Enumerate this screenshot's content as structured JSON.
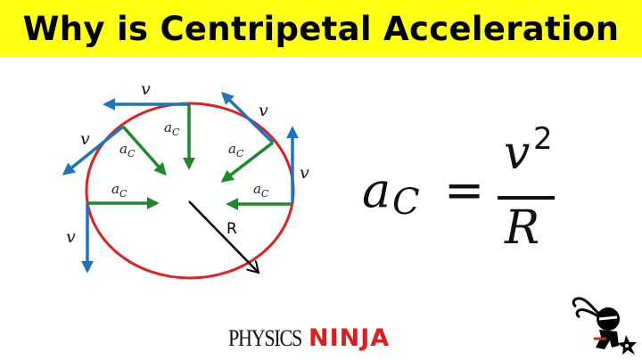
{
  "banner": {
    "title": "Why is Centripetal Acceleration",
    "background_color": "#ffff14"
  },
  "diagram": {
    "circle_color": "#dd2222",
    "velocity_color": "#1f74c0",
    "acceleration_color": "#1d8a2a",
    "radius_color": "#000000",
    "velocity_label": "v",
    "acceleration_label": "a",
    "acceleration_subscript": "C",
    "radius_label": "R",
    "points": [
      {
        "position": "left",
        "velocity_direction": "down"
      },
      {
        "position": "upper-left",
        "velocity_direction": "down-left"
      },
      {
        "position": "top",
        "velocity_direction": "left"
      },
      {
        "position": "upper-right",
        "velocity_direction": "up-left"
      },
      {
        "position": "right",
        "velocity_direction": "up"
      }
    ]
  },
  "formula": {
    "lhs": "a",
    "lhs_subscript": "C",
    "equals": "=",
    "numerator": "v",
    "numerator_exponent": "2",
    "denominator": "R"
  },
  "logo": {
    "part1": "PHYSICS",
    "part2": "NINJA",
    "part2_color": "#e31b1b"
  },
  "mascot": {
    "icon": "ninja-mascot-icon"
  }
}
